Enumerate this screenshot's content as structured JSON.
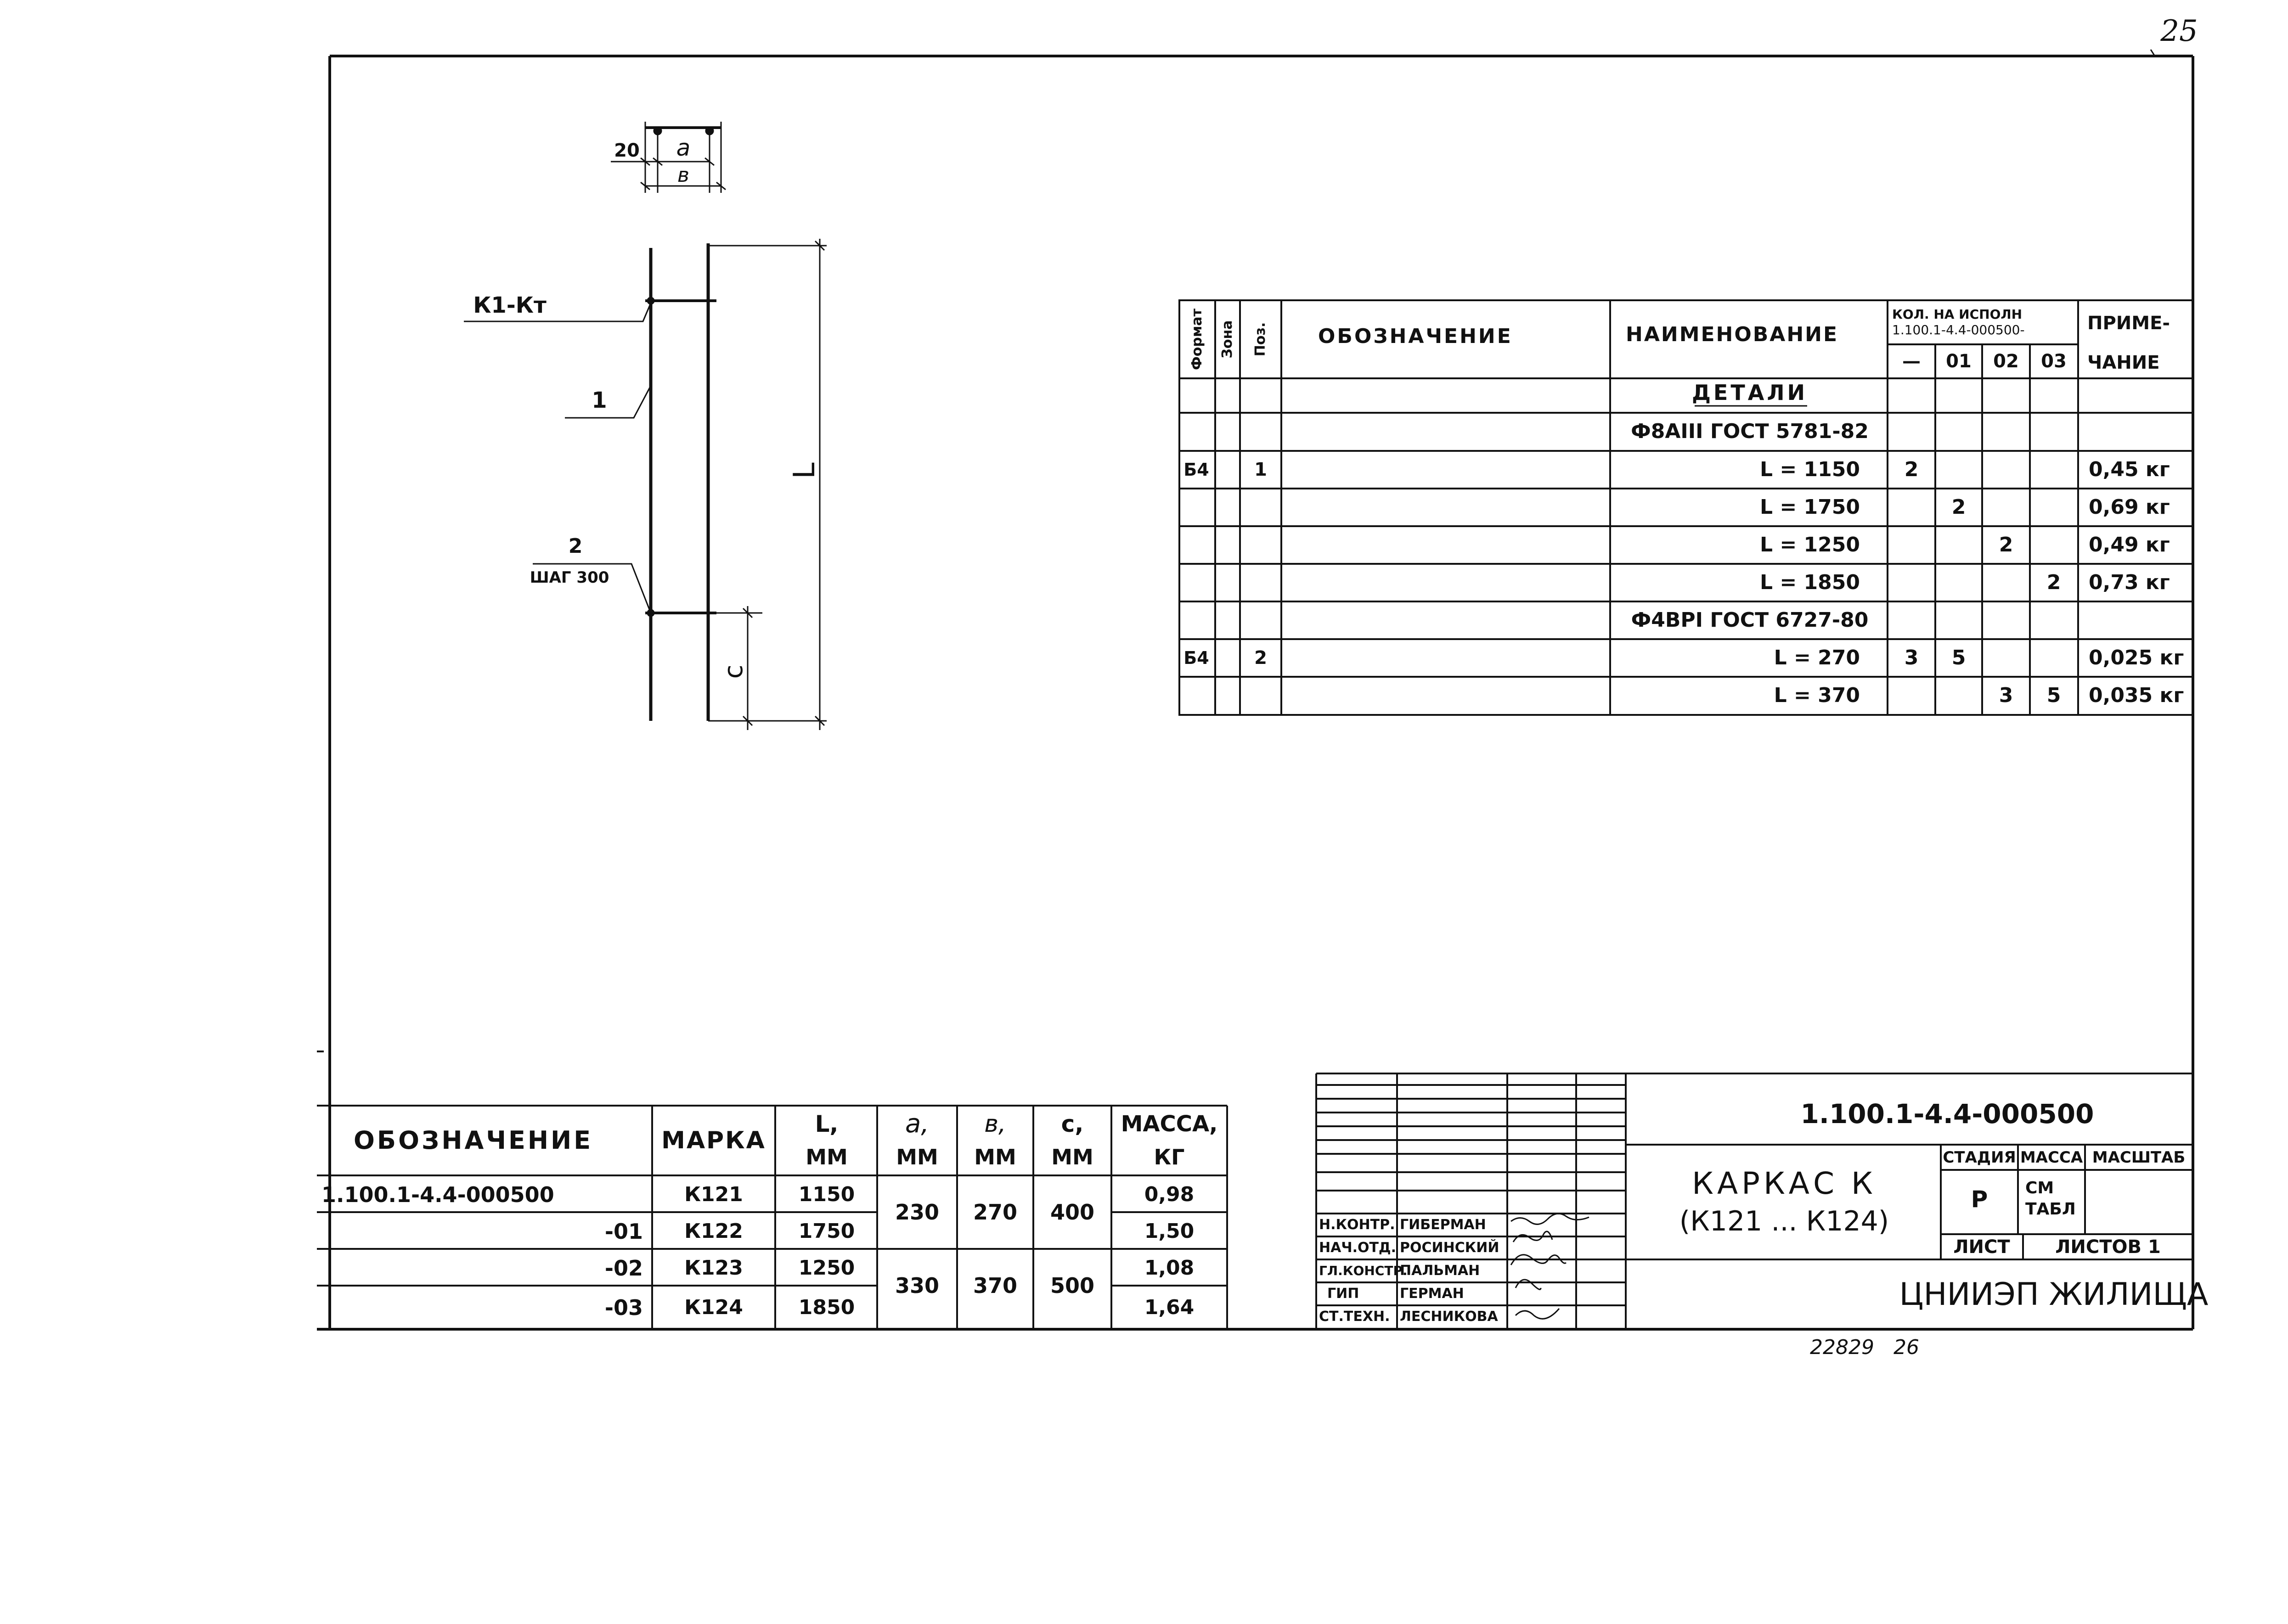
{
  "sheet_number": "25",
  "drawing": {
    "dim_20": "20",
    "dim_a": "a",
    "dim_b": "в",
    "label_k1": "К1-Кт",
    "label_1": "1",
    "label_2": "2",
    "label_step": "ШАГ 300",
    "dim_L": "L",
    "dim_c": "c"
  },
  "spec": {
    "headers": {
      "format": "Формат",
      "zone": "Зона",
      "pos": "Поз.",
      "designation": "Обозначение",
      "name": "Наименование",
      "qty_title_1": "Кол. на исполн",
      "qty_title_2": "1.100.1-4.4-000500-",
      "note_1": "Приме-",
      "note_2": "чание",
      "q0": "—",
      "q1": "01",
      "q2": "02",
      "q3": "03"
    },
    "rows": [
      {
        "format": "",
        "pos": "",
        "name": "Детали",
        "q0": "",
        "q1": "",
        "q2": "",
        "q3": "",
        "note": ""
      },
      {
        "format": "",
        "pos": "",
        "name": "ф8АIII ГОСТ 5781-82",
        "q0": "",
        "q1": "",
        "q2": "",
        "q3": "",
        "note": ""
      },
      {
        "format": "Б4",
        "pos": "1",
        "name": "L = 1150",
        "q0": "2",
        "q1": "",
        "q2": "",
        "q3": "",
        "note": "0,45 кг"
      },
      {
        "format": "",
        "pos": "",
        "name": "L = 1750",
        "q0": "",
        "q1": "2",
        "q2": "",
        "q3": "",
        "note": "0,69 кг"
      },
      {
        "format": "",
        "pos": "",
        "name": "L = 1250",
        "q0": "",
        "q1": "",
        "q2": "2",
        "q3": "",
        "note": "0,49 кг"
      },
      {
        "format": "",
        "pos": "",
        "name": "L = 1850",
        "q0": "",
        "q1": "",
        "q2": "",
        "q3": "2",
        "note": "0,73 кг"
      },
      {
        "format": "",
        "pos": "",
        "name": "ф4ВрI ГОСТ 6727-80",
        "q0": "",
        "q1": "",
        "q2": "",
        "q3": "",
        "note": ""
      },
      {
        "format": "Б4",
        "pos": "2",
        "name": "L = 270",
        "q0": "3",
        "q1": "5",
        "q2": "",
        "q3": "",
        "note": "0,025 кг"
      },
      {
        "format": "",
        "pos": "",
        "name": "L = 370",
        "q0": "",
        "q1": "",
        "q2": "3",
        "q3": "5",
        "note": "0,035 кг"
      }
    ]
  },
  "marks": {
    "headers": {
      "designation": "Обозначение",
      "mark": "Марка",
      "L_1": "L,",
      "L_2": "мм",
      "a_1": "a,",
      "a_2": "мм",
      "b_1": "в,",
      "b_2": "мм",
      "c_1": "c,",
      "c_2": "мм",
      "mass_1": "Масса,",
      "mass_2": "кг"
    },
    "rows": [
      {
        "designation": "1.100.1-4.4-000500",
        "mark": "К121",
        "L": "1150",
        "mass": "0,98"
      },
      {
        "designation": "-01",
        "mark": "К122",
        "L": "1750",
        "mass": "1,50"
      },
      {
        "designation": "-02",
        "mark": "К123",
        "L": "1250",
        "mass": "1,08"
      },
      {
        "designation": "-03",
        "mark": "К124",
        "L": "1850",
        "mass": "1,64"
      }
    ],
    "groups": [
      {
        "a": "230",
        "b": "270",
        "c": "400"
      },
      {
        "a": "330",
        "b": "370",
        "c": "500"
      }
    ]
  },
  "title_block": {
    "code": "1.100.1-4.4-000500",
    "title_1": "Каркас К",
    "title_2": "(К121 ... К124)",
    "stage_label": "Стадия",
    "mass_label": "Масса",
    "scale_label": "Масштаб",
    "stage_value": "Р",
    "mass_value_1": "см",
    "mass_value_2": "табл",
    "sheet_label": "Лист",
    "sheets_label": "Листов 1",
    "organization": "ЦНИИЭП жилища",
    "signatures": [
      {
        "role": "Н.контр.",
        "name": "Гиберман"
      },
      {
        "role": "Нач.отд.",
        "name": "Росинский"
      },
      {
        "role": "Гл.констр.",
        "name": "Пальман"
      },
      {
        "role": "ГИП",
        "name": "Герман"
      },
      {
        "role": "Ст.техн.",
        "name": "Лесникова"
      }
    ]
  },
  "footer_code": "22829   26"
}
